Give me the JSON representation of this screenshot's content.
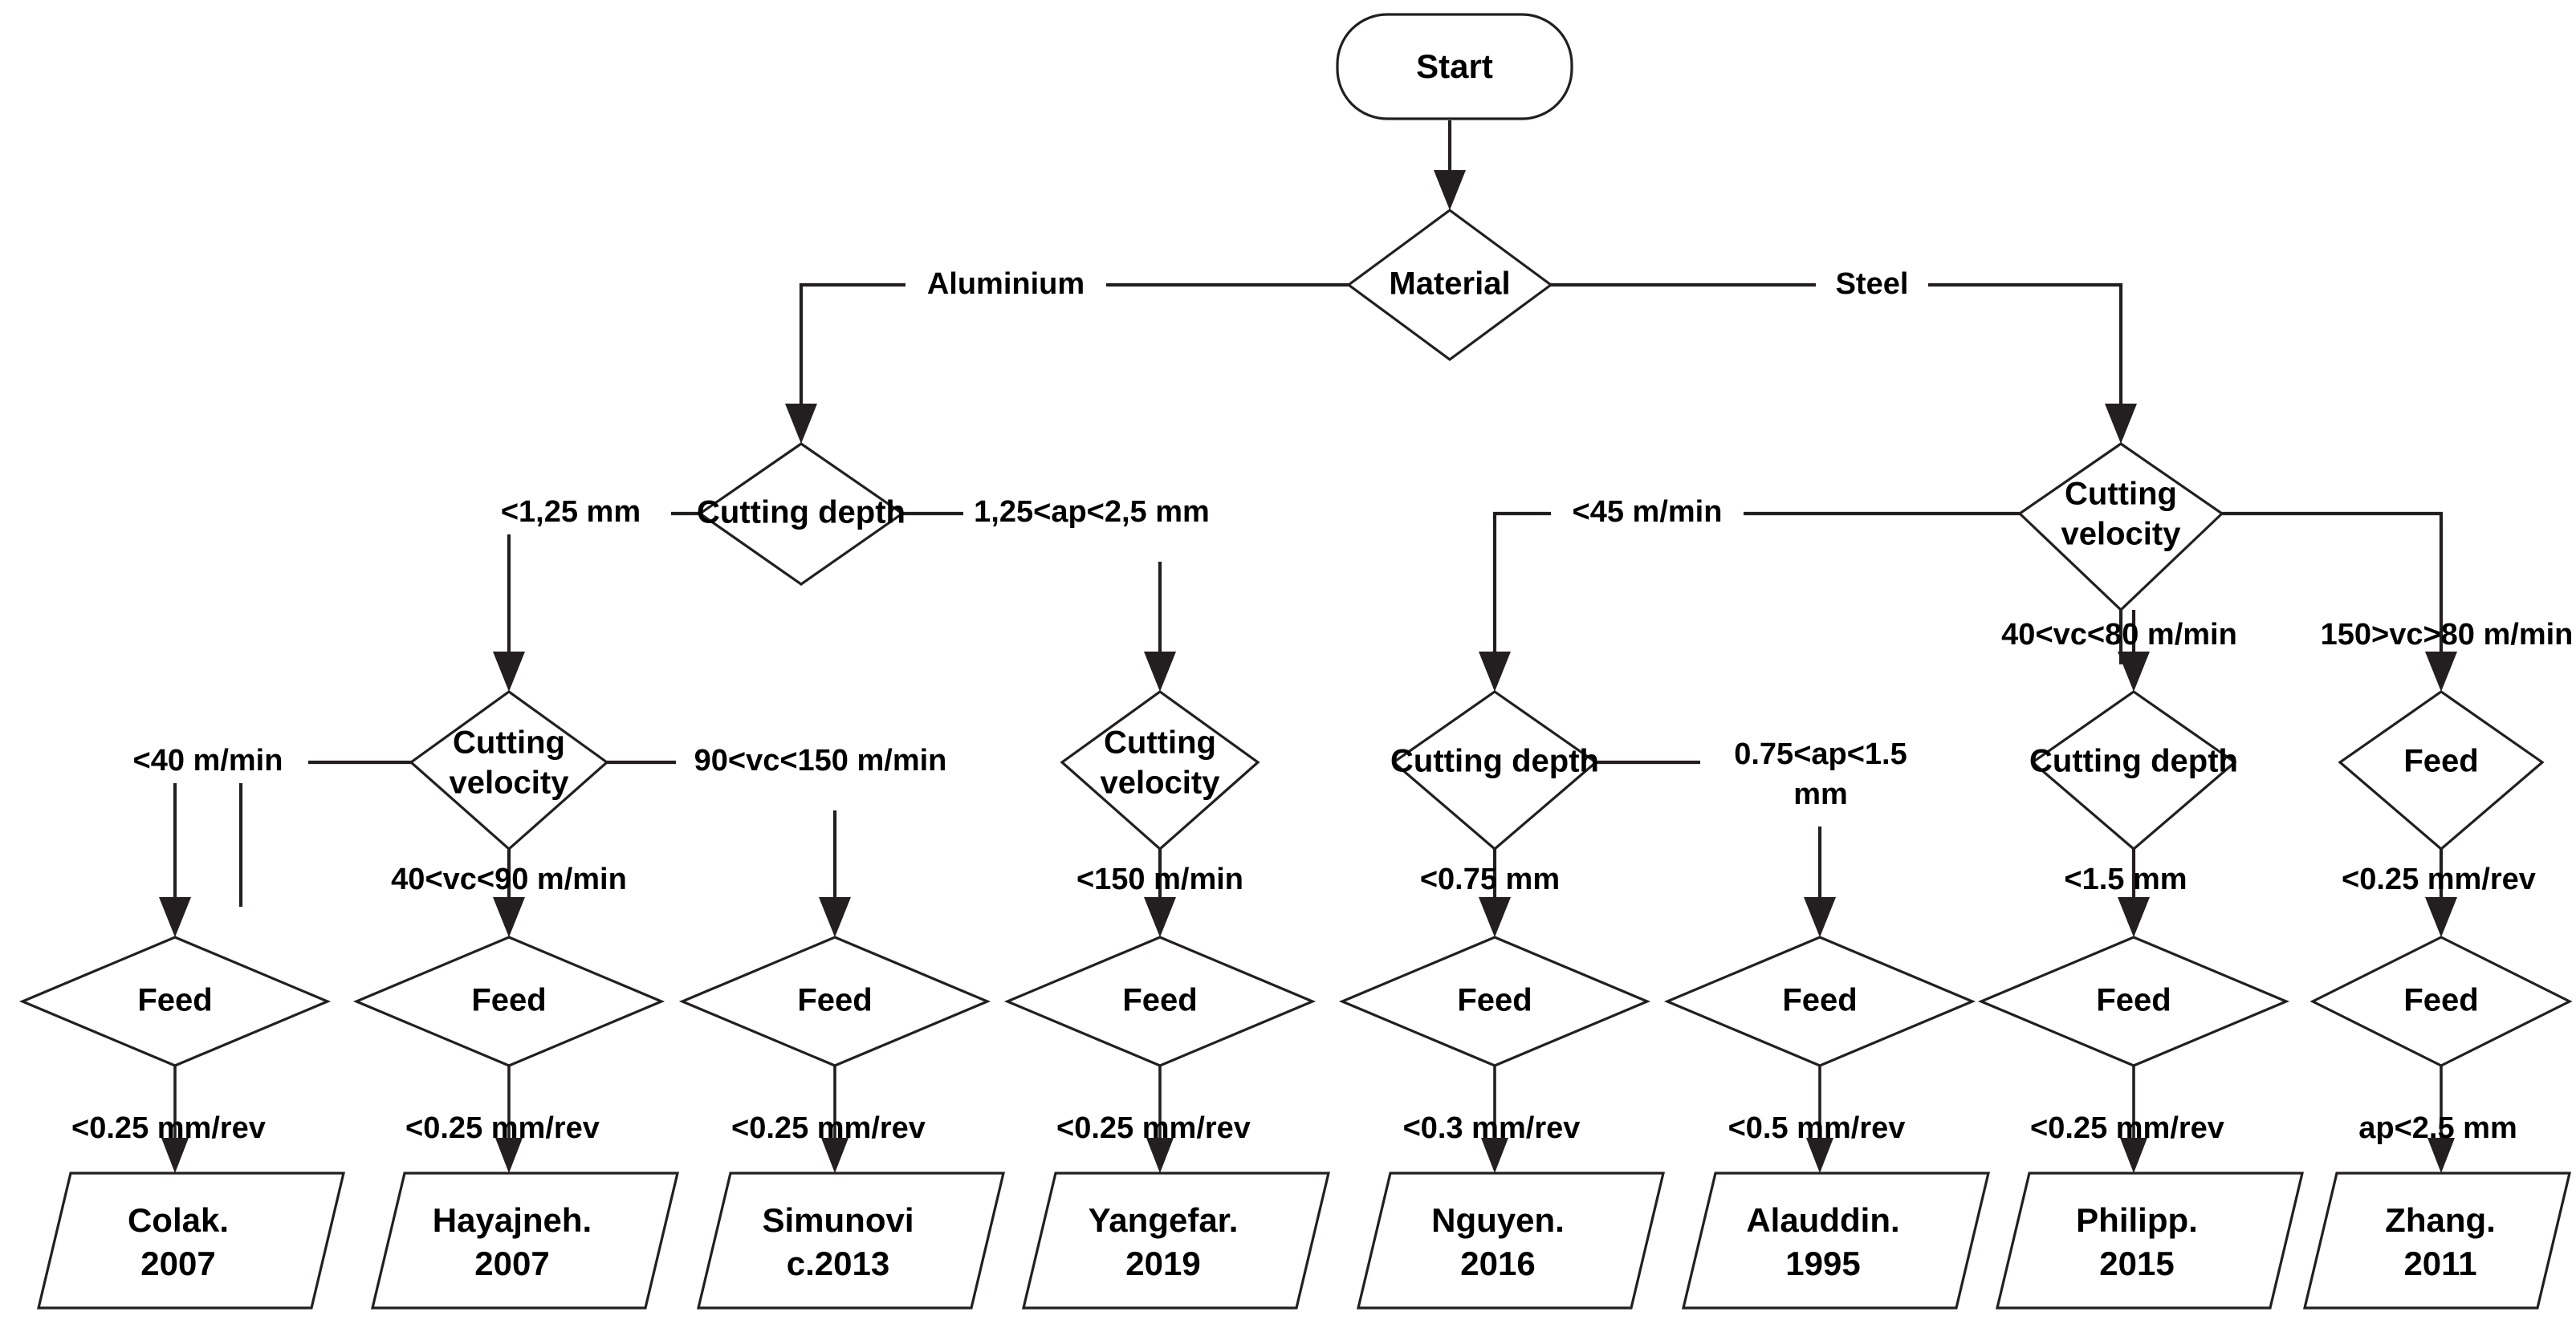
{
  "diagram": {
    "type": "flowchart",
    "title": "Machining parameter decision tree",
    "orientation": "top-down"
  },
  "nodes": {
    "start": {
      "label": "Start",
      "shape": "terminator"
    },
    "material": {
      "label": "Material",
      "shape": "decision"
    },
    "al_cutting_depth": {
      "label": "Cutting depth",
      "shape": "decision"
    },
    "al_cutting_velocity": {
      "label_line1": "Cutting",
      "label_line2": "velocity",
      "shape": "decision"
    },
    "al_cutting_velocity_2": {
      "label_line1": "Cutting",
      "label_line2": "velocity",
      "shape": "decision"
    },
    "steel_cutting_velocity": {
      "label_line1": "Cutting",
      "label_line2": "velocity",
      "shape": "decision"
    },
    "steel_cutting_depth_a": {
      "label": "Cutting depth",
      "shape": "decision"
    },
    "steel_cutting_depth_b": {
      "label": "Cutting depth",
      "shape": "decision"
    },
    "steel_feed_top": {
      "label": "Feed",
      "shape": "decision"
    },
    "feed_1": {
      "label": "Feed",
      "shape": "decision"
    },
    "feed_2": {
      "label": "Feed",
      "shape": "decision"
    },
    "feed_3": {
      "label": "Feed",
      "shape": "decision"
    },
    "feed_4": {
      "label": "Feed",
      "shape": "decision"
    },
    "feed_5": {
      "label": "Feed",
      "shape": "decision"
    },
    "feed_6": {
      "label": "Feed",
      "shape": "decision"
    },
    "feed_7": {
      "label": "Feed",
      "shape": "decision"
    },
    "feed_8": {
      "label": "Feed",
      "shape": "decision"
    }
  },
  "edge_labels": {
    "aluminium": "Aluminium",
    "steel": "Steel",
    "ap_lt_125": "<1,25 mm",
    "ap_125_25": "1,25<ap<2,5 mm",
    "vc_lt_40": "<40 m/min",
    "vc_40_90": "40<vc<90 m/min",
    "vc_90_150": "90<vc<150 m/min",
    "vc_lt_150": "<150 m/min",
    "vc_lt_45": "<45 m/min",
    "vc_40_80": "40<vc<80 m/min",
    "vc_150_80": "150>vc>80 m/min",
    "ap_lt_075": "<0.75 mm",
    "ap_075_15_line1": "0.75<ap<1.5",
    "ap_075_15_line2": "mm",
    "ap_lt_15": "<1.5 mm",
    "f_lt_025_a": "<0.25 mm/rev",
    "f_lt_025_1": "<0.25 mm/rev",
    "f_lt_025_2": "<0.25 mm/rev",
    "f_lt_025_3": "<0.25 mm/rev",
    "f_lt_025_4": "<0.25 mm/rev",
    "f_lt_03": "<0.3 mm/rev",
    "f_lt_05": "<0.5 mm/rev",
    "f_lt_025_7": "<0.25 mm/rev",
    "ap_lt_25": "ap<2.5 mm"
  },
  "results": [
    {
      "id": "result-1",
      "author": "Colak.",
      "year": "2007"
    },
    {
      "id": "result-2",
      "author": "Hayajneh.",
      "year": "2007"
    },
    {
      "id": "result-3",
      "author": "Simunovi",
      "year": "c.2013"
    },
    {
      "id": "result-4",
      "author": "Yangefar.",
      "year": "2019"
    },
    {
      "id": "result-5",
      "author": "Nguyen.",
      "year": "2016"
    },
    {
      "id": "result-6",
      "author": "Alauddin.",
      "year": "1995"
    },
    {
      "id": "result-7",
      "author": "Philipp.",
      "year": "2015"
    },
    {
      "id": "result-8",
      "author": "Zhang.",
      "year": "2011"
    }
  ],
  "colors": {
    "stroke": "#231f20",
    "fill": "#ffffff",
    "text": "#000000",
    "background": "#ffffff"
  }
}
